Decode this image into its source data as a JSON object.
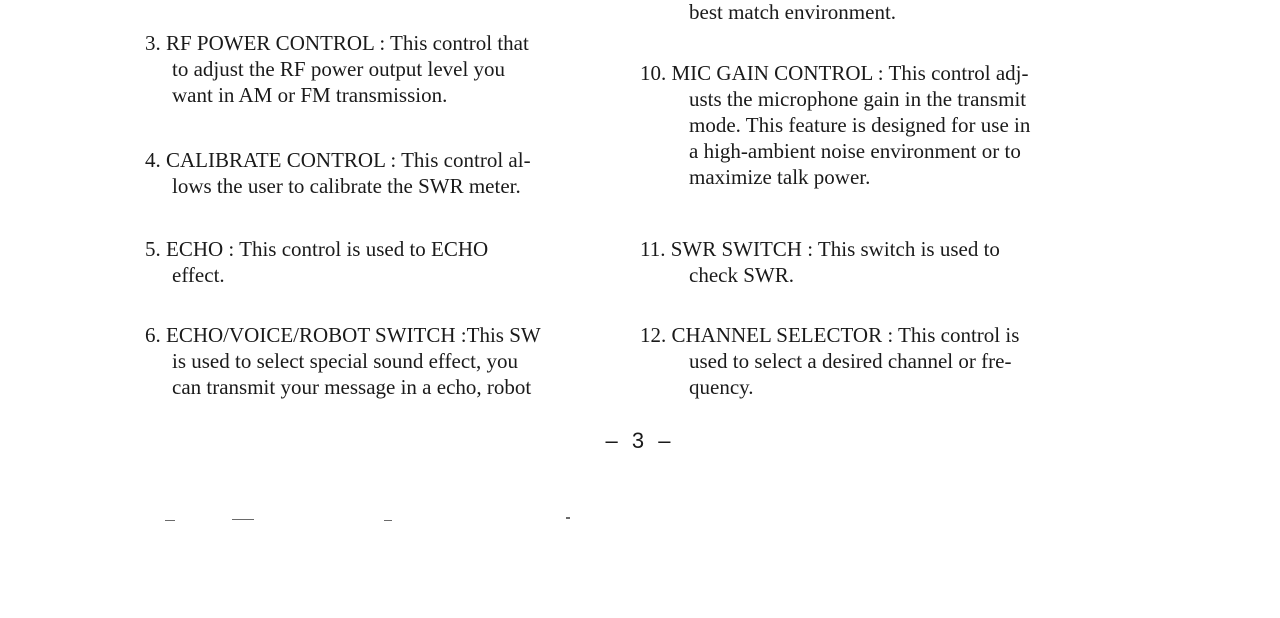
{
  "left_column": {
    "items": [
      {
        "lines": [
          "3. RF POWER CONTROL : This control that",
          "to adjust the RF power output level you",
          "want in AM or FM transmission."
        ]
      },
      {
        "lines": [
          "4. CALIBRATE CONTROL : This control al-",
          "lows the user to calibrate the SWR meter."
        ]
      },
      {
        "lines": [
          "5. ECHO : This control is used to ECHO",
          "effect."
        ]
      },
      {
        "lines": [
          "6. ECHO/VOICE/ROBOT SWITCH :This SW",
          "is used to select special sound effect, you",
          "can transmit your message in a echo, robot"
        ]
      }
    ]
  },
  "right_column": {
    "continuation": "best match environment.",
    "items": [
      {
        "lines": [
          "10. MIC GAIN CONTROL : This control adj-",
          "usts the microphone gain in the transmit",
          "mode. This feature is designed for use in",
          "a high-ambient noise environment or to",
          "maximize talk power."
        ]
      },
      {
        "lines": [
          "11. SWR SWITCH : This switch is used to",
          "check SWR."
        ]
      },
      {
        "lines": [
          "12. CHANNEL SELECTOR : This control is",
          "used to select a desired channel or fre-",
          "quency."
        ]
      }
    ]
  },
  "footer": {
    "page_number": "– 3 –"
  }
}
